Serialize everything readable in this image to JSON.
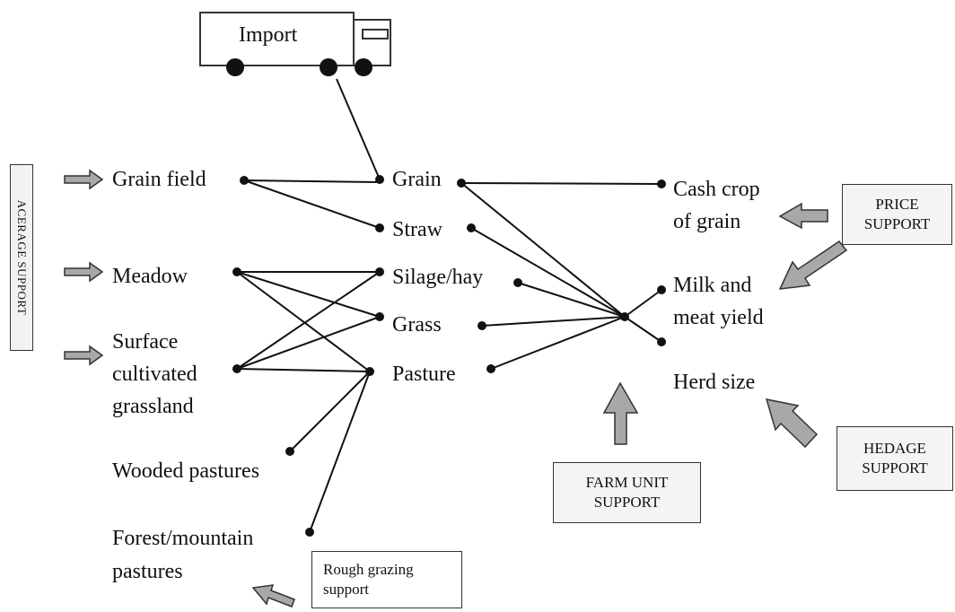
{
  "truck": {
    "label": "Import"
  },
  "left_column": {
    "grain_field": "Grain field",
    "meadow": "Meadow",
    "surface": "Surface\ncultivated\ngrassland",
    "wooded": "Wooded pastures",
    "forest": "Forest/mountain\npastures"
  },
  "middle_column": {
    "grain": "Grain",
    "straw": "Straw",
    "silage": "Silage/hay",
    "grass": "Grass",
    "pasture": "Pasture"
  },
  "right_column": {
    "cash_crop": "Cash crop\nof grain",
    "milk_meat": "Milk and\nmeat yield",
    "herd": "Herd size"
  },
  "supports": {
    "acreage": "ACERAGE SUPPORT",
    "price": "PRICE\nSUPPORT",
    "farm_unit": "FARM UNIT\nSUPPORT",
    "hedage": "HEDAGE\nSUPPORT",
    "rough": "Rough grazing\nsupport"
  },
  "colors": {
    "line": "#111111",
    "arrow_fill": "#a8a8a8",
    "arrow_stroke": "#333333",
    "box_fill": "#f4f4f4"
  }
}
